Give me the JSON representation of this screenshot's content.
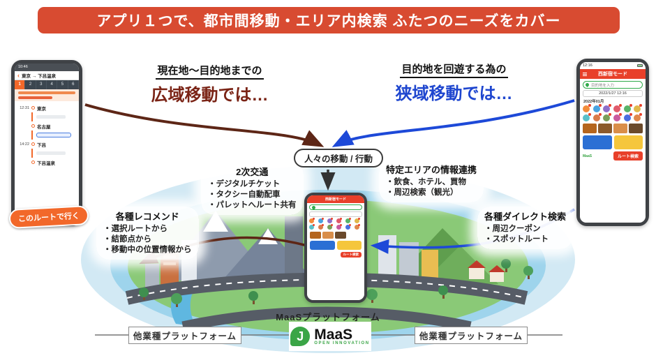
{
  "banner": {
    "title": "アプリ１つで、都市間移動・エリア内検索 ふたつのニーズをカバー"
  },
  "headline_left": {
    "line1": "現在地〜目的地までの",
    "line2": "広域移動では…"
  },
  "headline_right": {
    "line1": "目的地を回遊する為の",
    "line2": "狭域移動では…"
  },
  "center_box": {
    "label": "人々の移動 / 行動"
  },
  "annotations": {
    "secondary_transit": {
      "title": "2次交通",
      "items": [
        "・デジタルチケット",
        "・タクシー自動配車",
        "・パレットへルート共有"
      ]
    },
    "area_info": {
      "title": "特定エリアの情報連携",
      "items": [
        "・飲食、ホテル、買物",
        "・周辺検索（観光）"
      ]
    },
    "recommend": {
      "title": "各種レコメンド",
      "items": [
        "・選択ルートから",
        "・結節点から",
        "・移動中の位置情報から"
      ]
    },
    "direct_search": {
      "title": "各種ダイレクト検索",
      "items": [
        "・周辺クーポン",
        "・スポットルート"
      ]
    }
  },
  "left_phone": {
    "status_time": "10:46",
    "header": "東京 → 下呂温泉",
    "tabs": [
      "1",
      "2",
      "3",
      "4",
      "5",
      "6"
    ],
    "stops": [
      {
        "time": "12:31",
        "name": "東京"
      },
      {
        "time": "",
        "name": "名古屋"
      },
      {
        "time": "14:22",
        "name": "下呂"
      },
      {
        "time": "",
        "name": "下呂温泉"
      }
    ],
    "cta": "このルートで行く"
  },
  "right_phone": {
    "status_time": "12:16",
    "header": "西新宿モード",
    "search_placeholder": "目的地を入力",
    "datetime": "2022/1/27 12:16",
    "month_label": "2022年01月",
    "route_button": "ルート検索"
  },
  "center_phone": {
    "header": "西新宿モード",
    "route_button": "ルート検索"
  },
  "platform": {
    "label": "MaaSプラットフォーム",
    "logo_letter": "J",
    "logo_name": "MaaS",
    "logo_tagline": "OPEN INNOVATION",
    "left_box": "他業種プラットフォーム",
    "right_box": "他業種プラットフォーム"
  },
  "colors": {
    "banner_bg": "#d84b31",
    "wide_move_text": "#7a2315",
    "narrow_move_text": "#1e46cf",
    "arrow_brown": "#5d2616",
    "arrow_blue": "#1d49d8",
    "app_red": "#e8402a",
    "app_orange": "#f2682a",
    "logo_green": "#3aa546"
  }
}
